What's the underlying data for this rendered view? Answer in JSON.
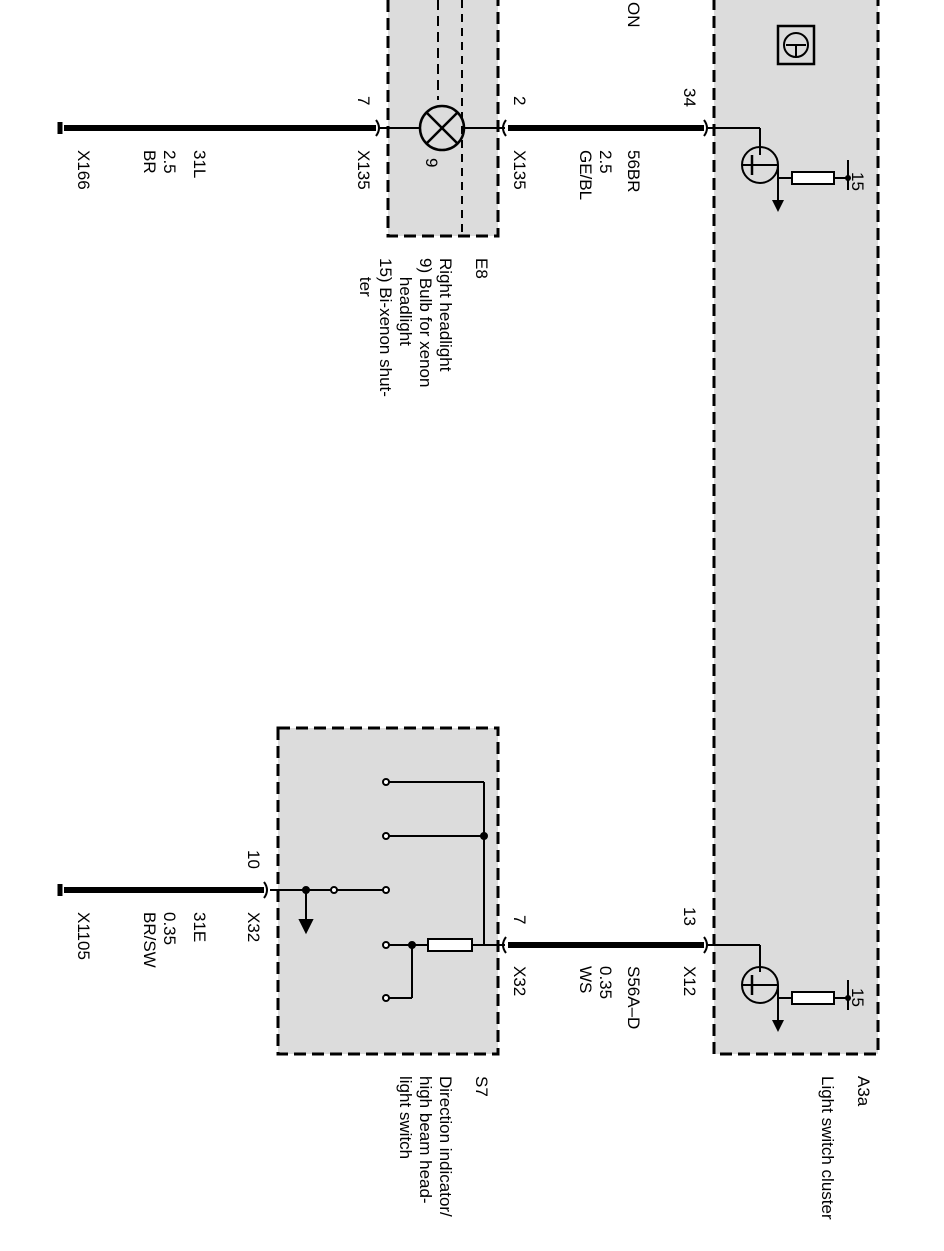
{
  "modules": {
    "a3a": {
      "id": "A3a",
      "name": "Light switch cluster",
      "ground_symbol_label": "15",
      "pin_top": "34",
      "pin_bottom": "13",
      "connector": "X12"
    },
    "e8": {
      "id": "E8",
      "desc_lines": [
        "Right headlight",
        "9) Bulb for xenon",
        "    headlight",
        "15) Bi-xenon shut-",
        "    ter"
      ],
      "bulb_label": "9",
      "pin_left": "7",
      "pin_right": "2",
      "connector": "X135"
    },
    "s7": {
      "id": "S7",
      "desc_lines": [
        "Direction indicator/",
        "high beam head-",
        "light switch"
      ],
      "pin_left": "10",
      "pin_right": "7",
      "conn_left": "X32",
      "conn_right": "X32"
    }
  },
  "top_fragment": "ON",
  "wires": {
    "w1": {
      "l1": "31L",
      "l2": "2.5",
      "l3": "BR",
      "ground": "X166"
    },
    "w2": {
      "l1": "56BR",
      "l2": "2.5",
      "l3": "GE/BL"
    },
    "w3": {
      "l1": "31E",
      "l2": "0.35",
      "l3": "BR/SW",
      "ground": "X1105"
    },
    "w4": {
      "l1": "S56A–D",
      "l2": "0.35",
      "l3": "WS"
    }
  }
}
